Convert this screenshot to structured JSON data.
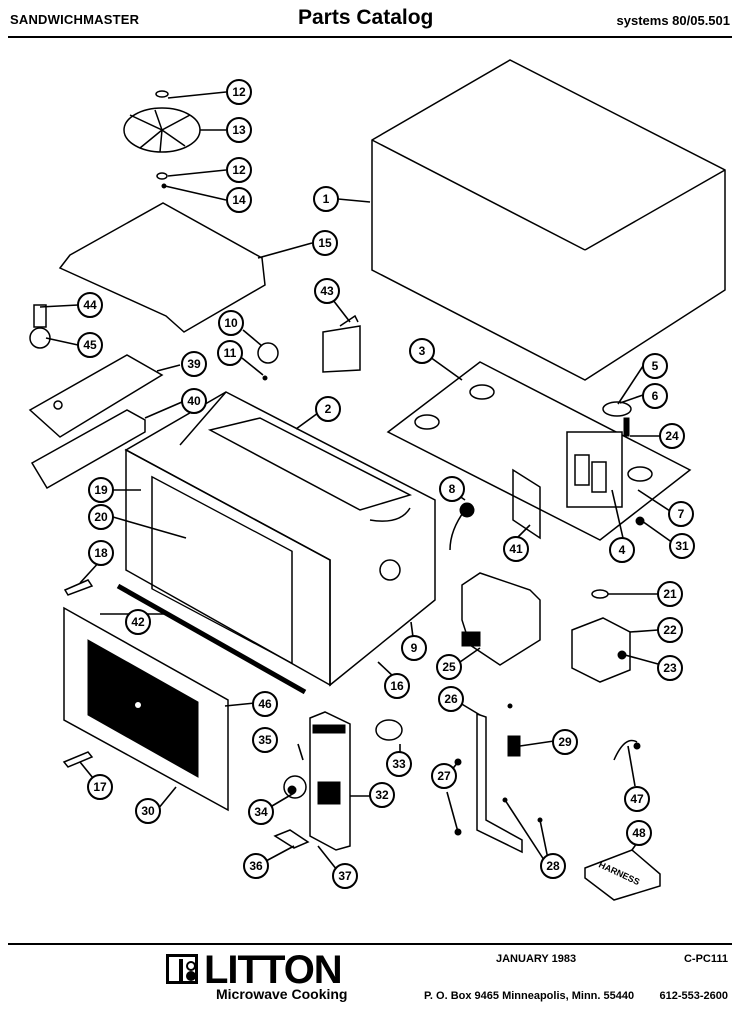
{
  "header": {
    "product": "SANDWICHMASTER",
    "title": "Parts Catalog",
    "systems": "systems 80/05.501"
  },
  "diagram": {
    "callouts": [
      {
        "id": "c12a",
        "label": "12"
      },
      {
        "id": "c13",
        "label": "13"
      },
      {
        "id": "c12b",
        "label": "12"
      },
      {
        "id": "c14",
        "label": "14"
      },
      {
        "id": "c1",
        "label": "1"
      },
      {
        "id": "c15",
        "label": "15"
      },
      {
        "id": "c43",
        "label": "43"
      },
      {
        "id": "c44",
        "label": "44"
      },
      {
        "id": "c45",
        "label": "45"
      },
      {
        "id": "c10",
        "label": "10"
      },
      {
        "id": "c11",
        "label": "11"
      },
      {
        "id": "c39",
        "label": "39"
      },
      {
        "id": "c3",
        "label": "3"
      },
      {
        "id": "c5",
        "label": "5"
      },
      {
        "id": "c6",
        "label": "6"
      },
      {
        "id": "c40",
        "label": "40"
      },
      {
        "id": "c2",
        "label": "2"
      },
      {
        "id": "c24",
        "label": "24"
      },
      {
        "id": "c19",
        "label": "19"
      },
      {
        "id": "c8",
        "label": "8"
      },
      {
        "id": "c7",
        "label": "7"
      },
      {
        "id": "c20",
        "label": "20"
      },
      {
        "id": "c41",
        "label": "41"
      },
      {
        "id": "c4",
        "label": "4"
      },
      {
        "id": "c31",
        "label": "31"
      },
      {
        "id": "c18",
        "label": "18"
      },
      {
        "id": "c21",
        "label": "21"
      },
      {
        "id": "c42",
        "label": "42"
      },
      {
        "id": "c22",
        "label": "22"
      },
      {
        "id": "c9",
        "label": "9"
      },
      {
        "id": "c25",
        "label": "25"
      },
      {
        "id": "c23",
        "label": "23"
      },
      {
        "id": "c16",
        "label": "16"
      },
      {
        "id": "c26",
        "label": "26"
      },
      {
        "id": "c46",
        "label": "46"
      },
      {
        "id": "c35",
        "label": "35"
      },
      {
        "id": "c29",
        "label": "29"
      },
      {
        "id": "c33",
        "label": "33"
      },
      {
        "id": "c27",
        "label": "27"
      },
      {
        "id": "c47",
        "label": "47"
      },
      {
        "id": "c17",
        "label": "17"
      },
      {
        "id": "c32",
        "label": "32"
      },
      {
        "id": "c34",
        "label": "34"
      },
      {
        "id": "c30",
        "label": "30"
      },
      {
        "id": "c48",
        "label": "48"
      },
      {
        "id": "c28",
        "label": "28"
      },
      {
        "id": "c36",
        "label": "36"
      },
      {
        "id": "c37",
        "label": "37"
      }
    ],
    "harness_text": "HARNESS"
  },
  "footer": {
    "brand": "LITTON",
    "tagline": "Microwave Cooking",
    "date": "JANUARY 1983",
    "code": "C-PC111",
    "address": "P. O. Box 9465  Minneapolis, Minn. 55440",
    "phone": "612-553-2600"
  }
}
